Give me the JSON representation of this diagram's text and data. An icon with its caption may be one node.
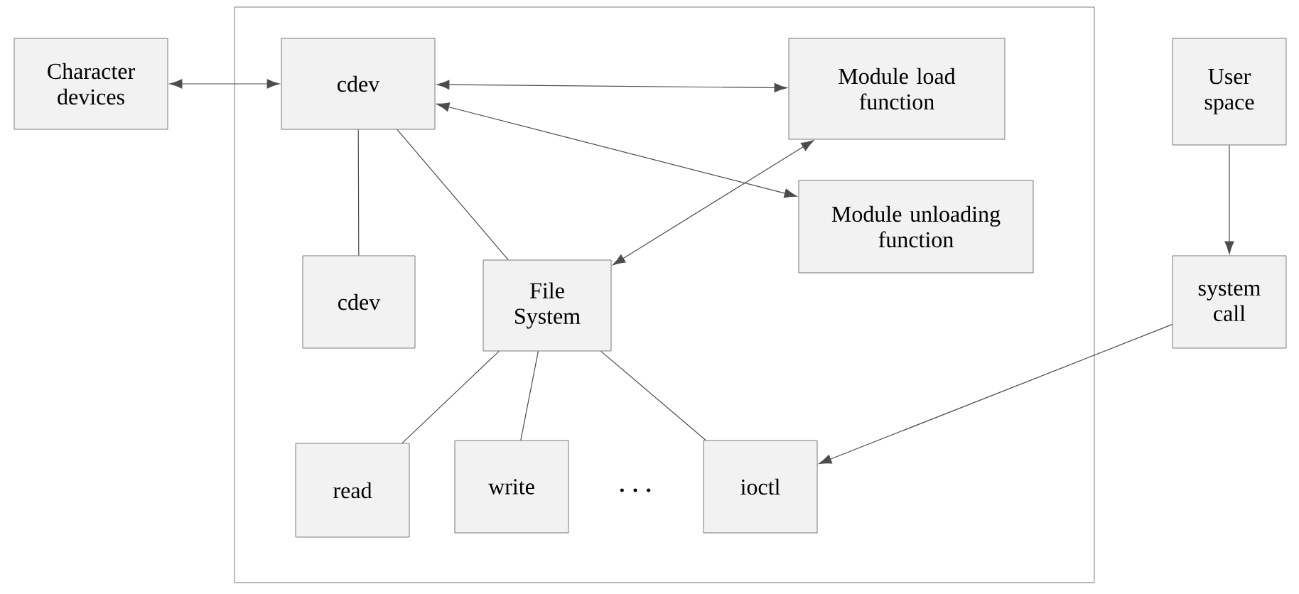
{
  "diagram": {
    "nodes": [
      {
        "text": [
          "Character devices"
        ]
      },
      {
        "text": [],
        "shape": "box"
      },
      {
        "text": [
          "cdev"
        ],
        "in": 1
      },
      {
        "text": [
          "Module load function"
        ],
        "in": 1
      },
      {
        "text": [
          "User space"
        ]
      },
      {
        "text": [
          "Module unloading function"
        ],
        "in": 1
      },
      {
        "text": [
          "cdev"
        ],
        "in": 1
      },
      {
        "text": [
          "File System"
        ],
        "in": 1
      },
      {
        "text": [
          "system call"
        ]
      },
      {
        "text": [
          "read"
        ],
        "in": 1
      },
      {
        "text": [
          "write"
        ],
        "in": 1
      },
      {
        "text": [
          "ioctl"
        ],
        "in": 1
      }
    ],
    "edges": [
      {
        "from": 0,
        "to": 2,
        "arrow": "both"
      },
      {
        "from": 2,
        "to": 3,
        "arrow": "both"
      },
      {
        "from": 3,
        "to": 7,
        "arrow": "both"
      },
      {
        "from": 2,
        "to": 5,
        "arrow": "both"
      },
      {
        "from": 2,
        "to": 6,
        "arrow": "none"
      },
      {
        "from": 2,
        "to": 7,
        "arrow": "none"
      },
      {
        "from": 4,
        "to": 8,
        "arrow": "to"
      },
      {
        "from": 7,
        "to": 9,
        "arrow": "none"
      },
      {
        "from": 7,
        "to": 10,
        "arrow": "none"
      },
      {
        "from": 7,
        "to": 11,
        "arrow": "none"
      },
      {
        "from": 8,
        "to": 11,
        "arrow": "to"
      }
    ],
    "labels": [
      ". . ."
    ]
  }
}
